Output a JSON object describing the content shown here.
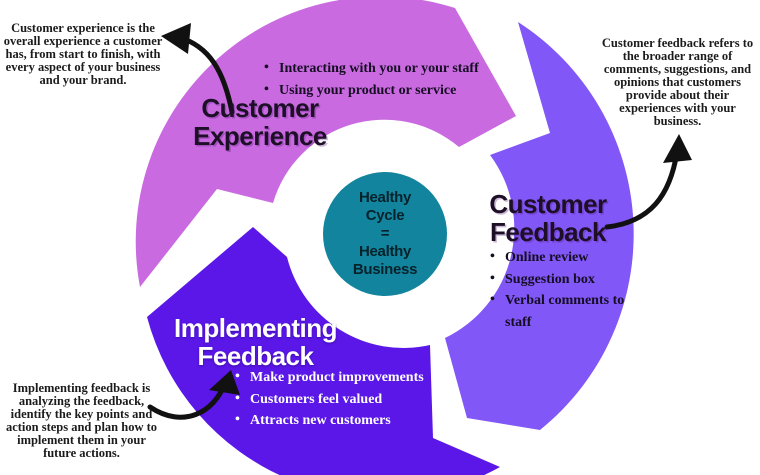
{
  "diagram": {
    "center_circle": {
      "lines": [
        "Healthy",
        "Cycle",
        "=",
        "Healthy",
        "Business"
      ]
    },
    "segments": [
      {
        "name": "customer-experience",
        "title": "Customer Experience",
        "bullets": [
          "Interacting with you or your staff",
          "Using your product or service"
        ]
      },
      {
        "name": "customer-feedback",
        "title": "Customer Feedback",
        "bullets": [
          "Online review",
          "Suggestion box",
          "Verbal comments to staff"
        ]
      },
      {
        "name": "implementing-feedback",
        "title": "Implementing Feedback",
        "bullets": [
          "Make product improvements",
          "Customers feel valued",
          "Attracts new customers"
        ]
      }
    ],
    "annotations": [
      {
        "name": "customer-experience-note",
        "text": "Customer experience is the overall experience a customer has, from start to finish, with every aspect of your business and your brand."
      },
      {
        "name": "customer-feedback-note",
        "text": "Customer feedback refers to the broader range of comments, suggestions, and opinions that customers provide about their experiences with your business."
      },
      {
        "name": "implementing-feedback-note",
        "text": "Implementing feedback is analyzing the feedback, identify the key points and action steps and plan how to implement them in your future actions."
      }
    ],
    "colors": {
      "experience": "#c96ae0",
      "feedback": "#8257f7",
      "implementing": "#5a17e8",
      "center": "#13849e",
      "arrow": "#111111"
    }
  }
}
